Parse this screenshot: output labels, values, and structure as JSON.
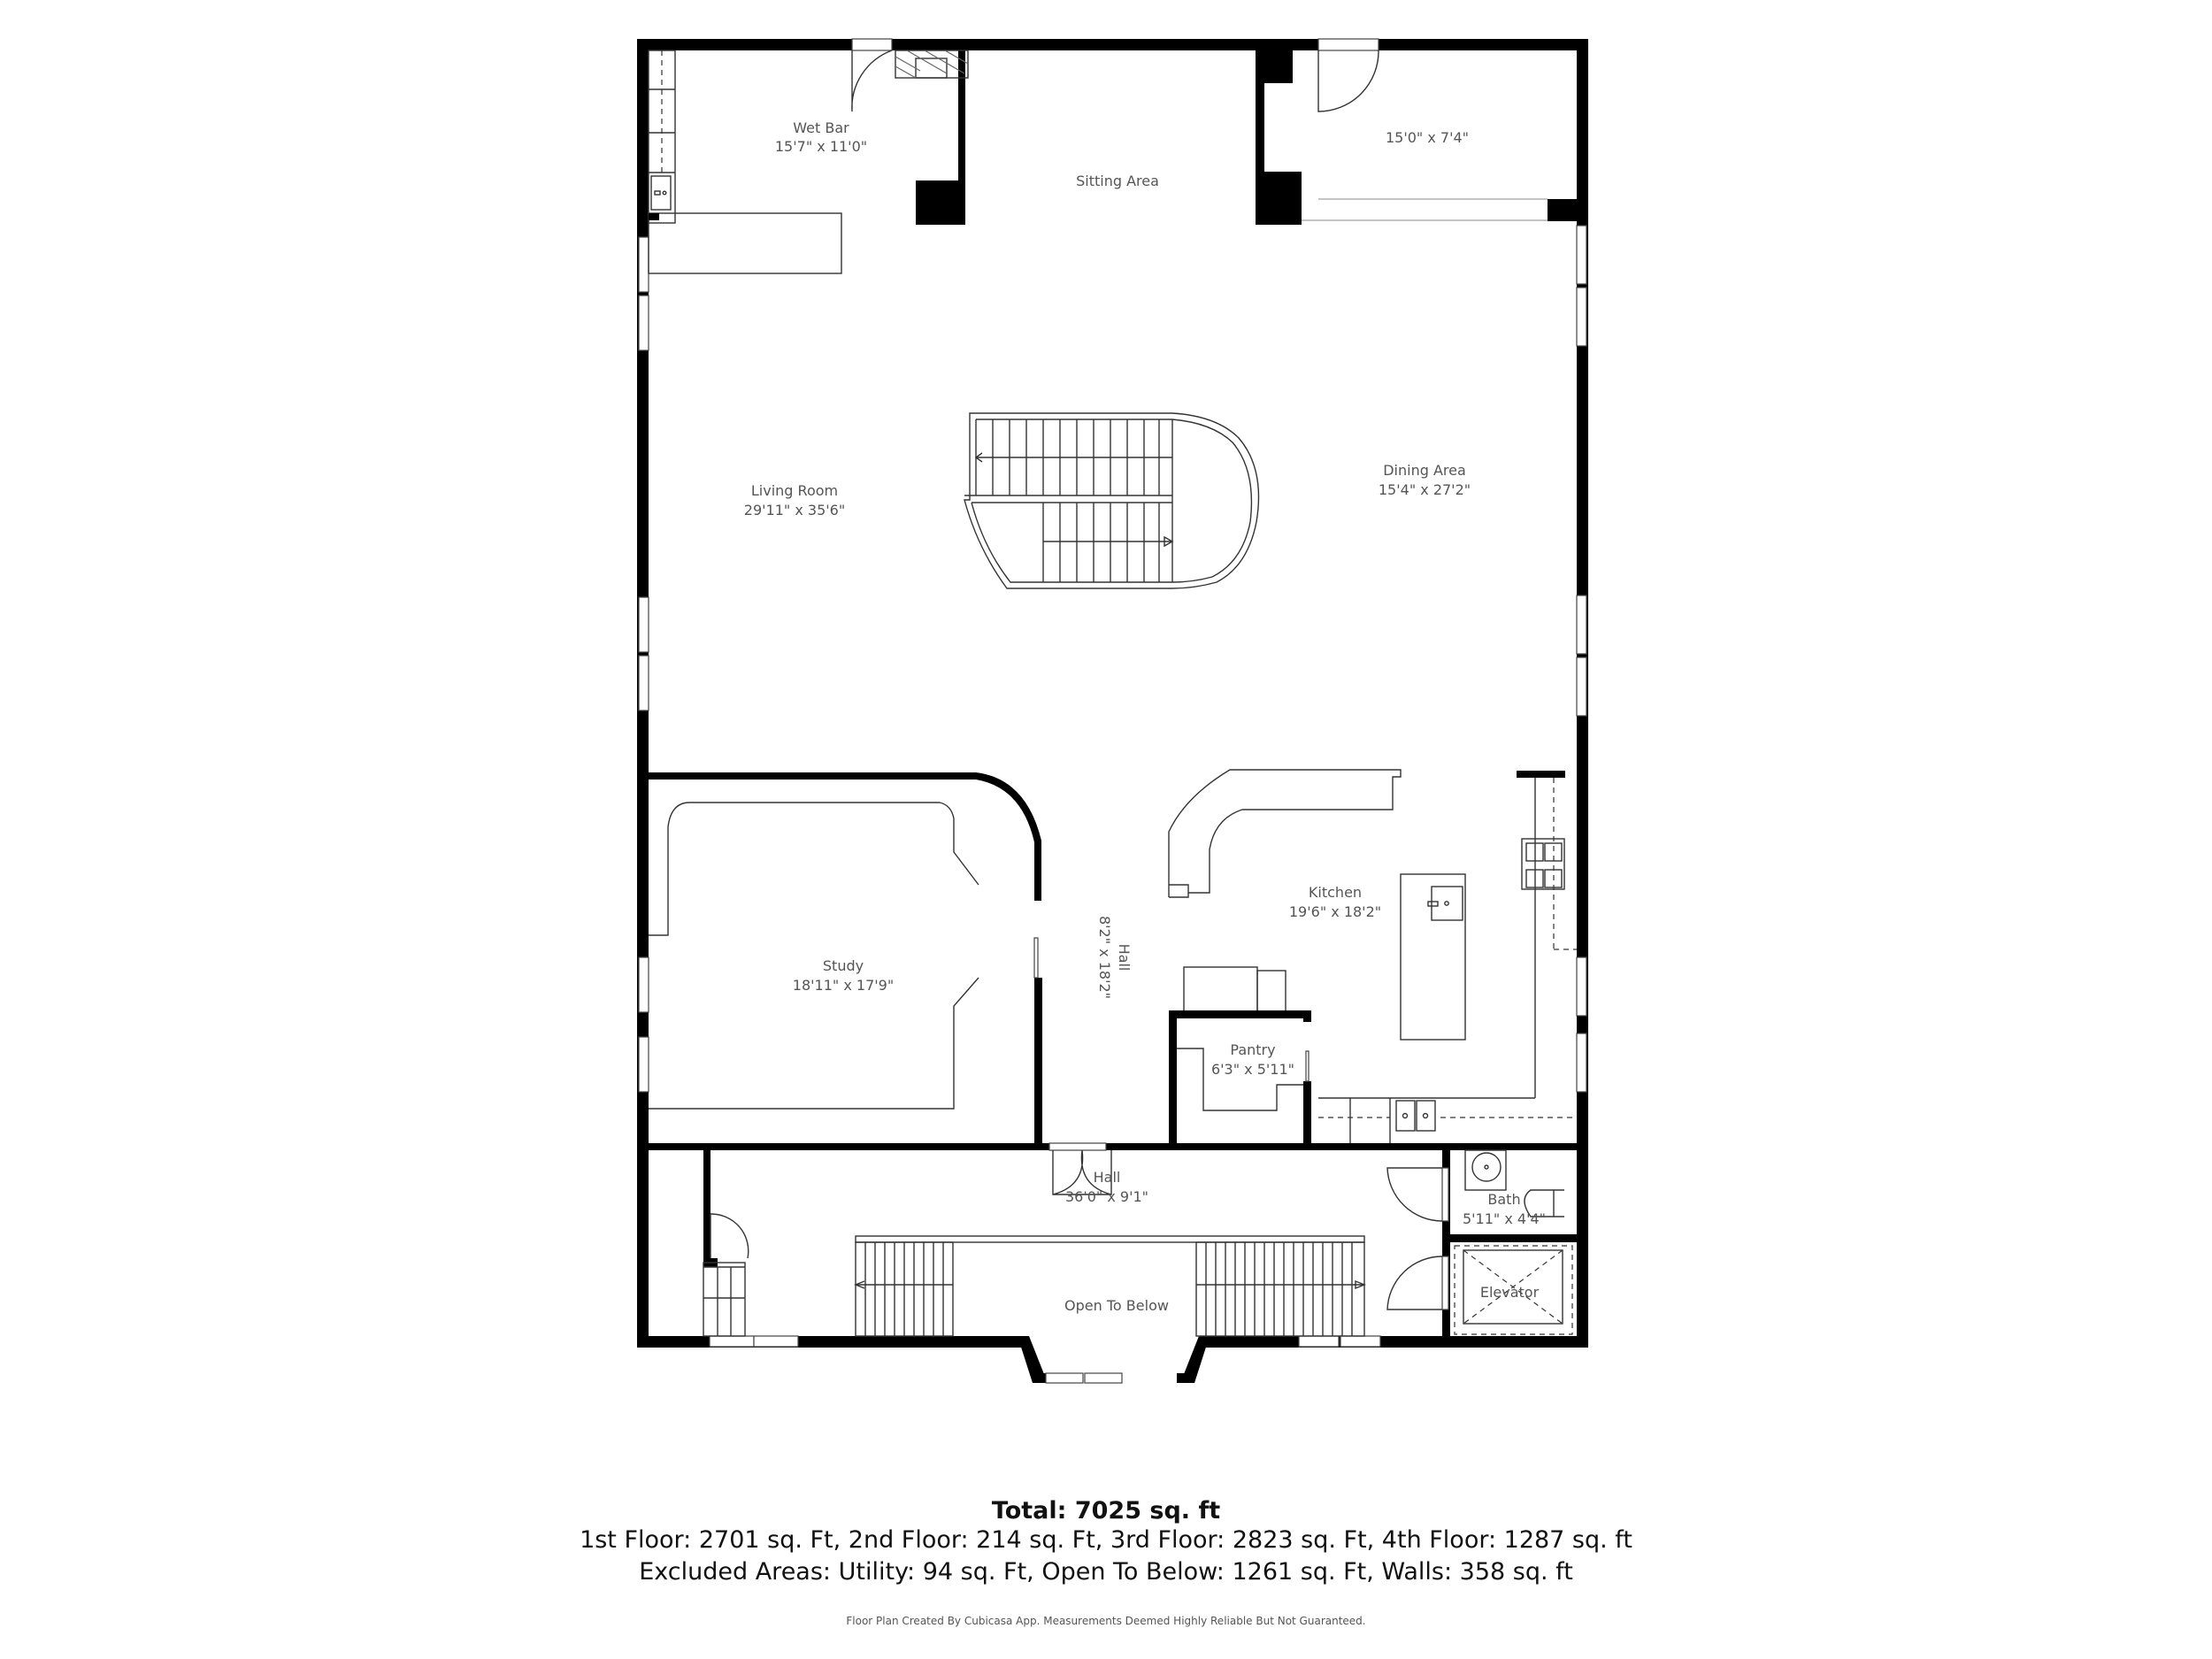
{
  "rooms": {
    "wet_bar": {
      "name": "Wet Bar",
      "dims": "15'7\" x 11'0\""
    },
    "sitting_area": {
      "name": "Sitting Area"
    },
    "unnamed_room": {
      "dims": "15'0\" x 7'4\""
    },
    "living_room": {
      "name": "Living Room",
      "dims": "29'11\" x 35'6\""
    },
    "dining_area": {
      "name": "Dining Area",
      "dims": "15'4\" x 27'2\""
    },
    "study": {
      "name": "Study",
      "dims": "18'11\" x 17'9\""
    },
    "hall_vertical": {
      "name": "Hall",
      "dims": "8'2\" x 18'2\""
    },
    "kitchen": {
      "name": "Kitchen",
      "dims": "19'6\" x 18'2\""
    },
    "pantry": {
      "name": "Pantry",
      "dims": "6'3\" x 5'11\""
    },
    "hall_lower": {
      "name": "Hall",
      "dims": "36'0\" x 9'1\""
    },
    "bath": {
      "name": "Bath",
      "dims": "5'11\" x 4'4\""
    },
    "elevator": {
      "name": "Elevator"
    },
    "open_to_below": {
      "name": "Open To Below"
    }
  },
  "summary": {
    "total": "Total: 7025 sq. ft",
    "floors": "1st Floor: 2701 sq. Ft, 2nd Floor: 214 sq. Ft, 3rd Floor: 2823 sq. Ft, 4th Floor: 1287 sq. ft",
    "excluded": "Excluded Areas: Utility: 94 sq. Ft, Open To Below: 1261 sq. Ft, Walls: 358 sq. ft",
    "credit": "Floor Plan Created By Cubicasa App. Measurements Deemed Highly Reliable But Not Guaranteed."
  },
  "colors": {
    "wall": "#000000",
    "label": "#555555",
    "background": "#ffffff"
  }
}
